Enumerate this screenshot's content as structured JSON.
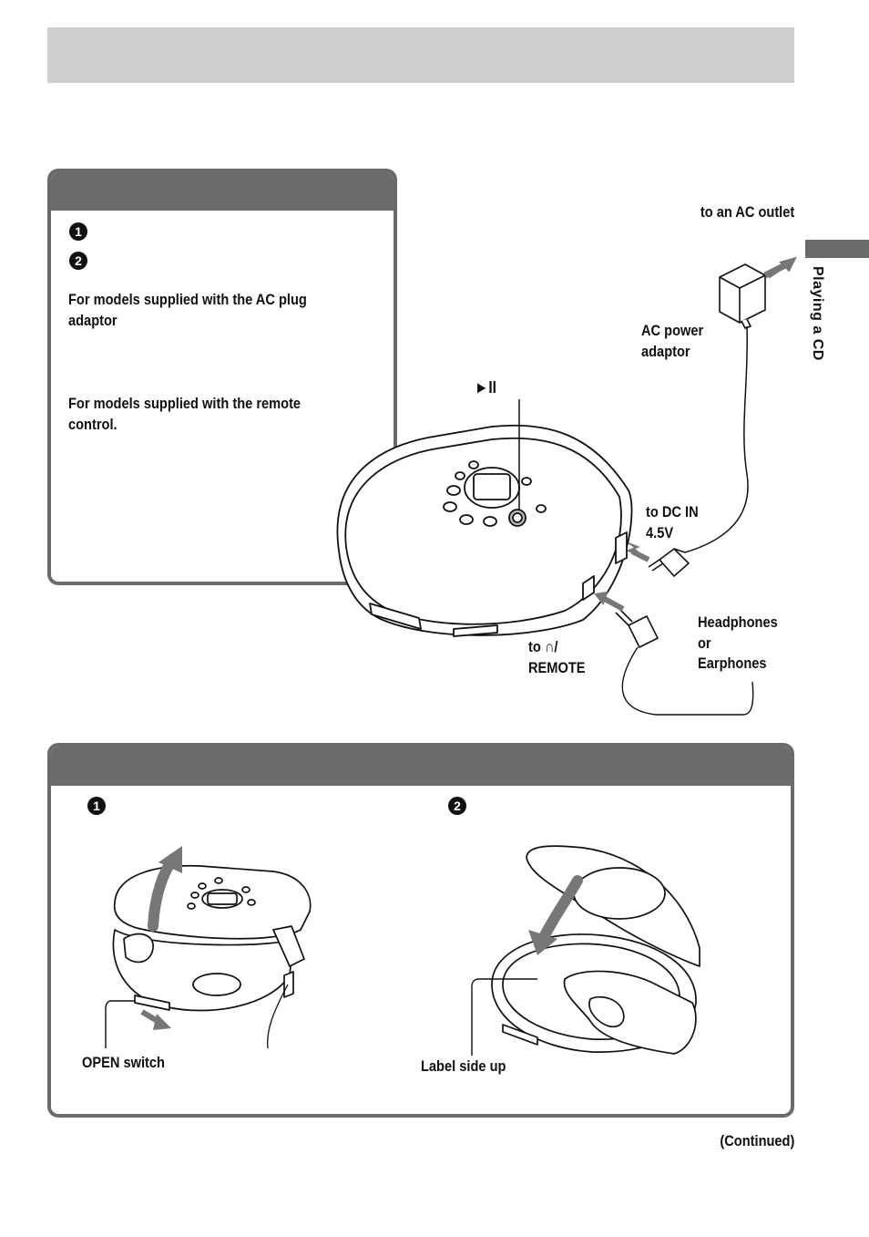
{
  "side_tab": {
    "label": "Playing a CD"
  },
  "top_panel": {
    "steps": [
      "1",
      "2"
    ],
    "note_ac_plug": "For models supplied with the AC plug adaptor",
    "note_ac_plug_line1": "For models supplied with the AC plug",
    "note_ac_plug_line2": "adaptor",
    "note_remote_line1": "For models supplied with the remote",
    "note_remote_line2": "control."
  },
  "connection_diagram": {
    "ac_outlet_label": "to an AC outlet",
    "ac_adaptor_line1": "AC power",
    "ac_adaptor_line2": "adaptor",
    "play_pause_symbol": "►II",
    "dc_in_line1": "to DC IN",
    "dc_in_line2": "4.5V",
    "remote_line1": "to ∩/",
    "remote_line2": "REMOTE",
    "headphones_line1": "Headphones",
    "headphones_line2": "or",
    "headphones_line3": "Earphones"
  },
  "bottom_panel": {
    "steps": [
      "1",
      "2"
    ],
    "open_switch_label": "OPEN switch",
    "label_side_up": "Label side up"
  },
  "footer": {
    "continued": "(Continued)"
  }
}
